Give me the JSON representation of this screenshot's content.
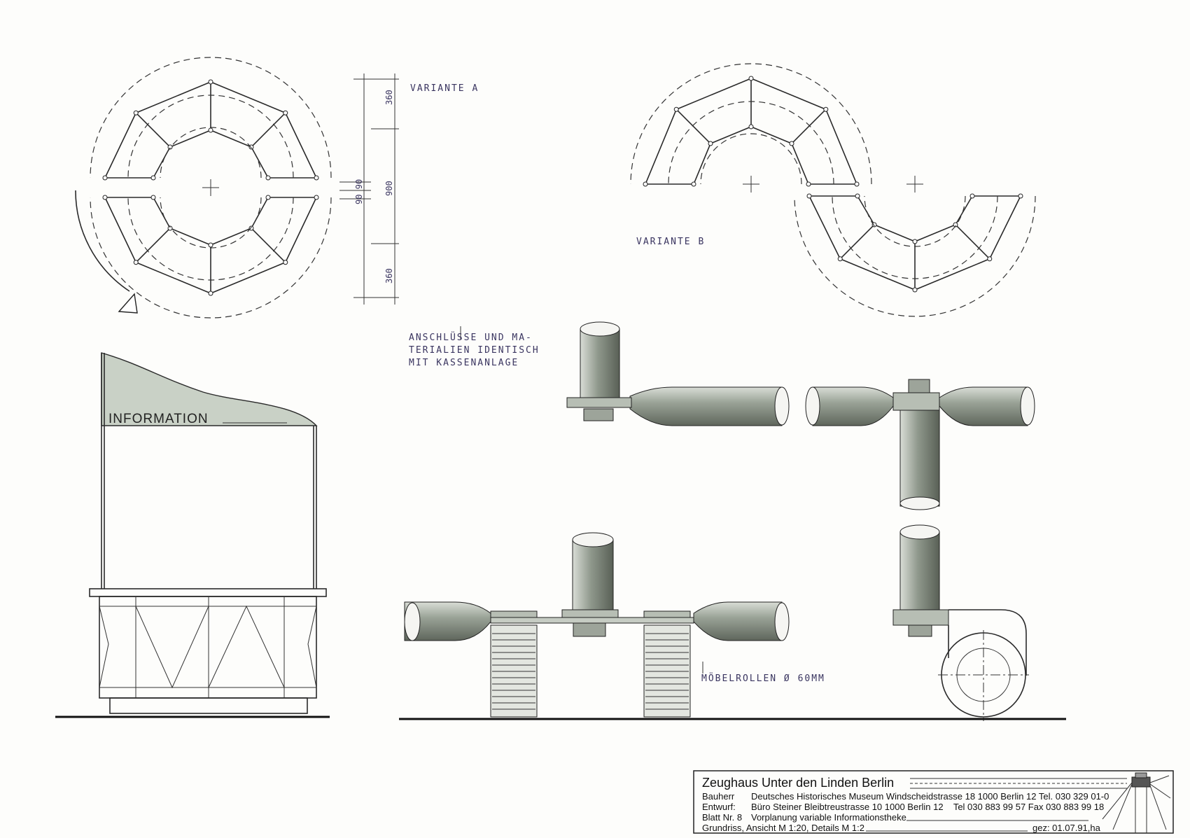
{
  "drawing": {
    "variant_a_label": "VARIANTE A",
    "variant_b_label": "VARIANTE B",
    "dimensions": {
      "top": "360",
      "middle": "900",
      "gap": "90 90",
      "bottom": "360"
    },
    "sign_text": "INFORMATION",
    "note_connections": [
      "ANSCHLÜSSE UND MA-",
      "TERIALIEN IDENTISCH",
      "MIT KASSENANLAGE"
    ],
    "note_castors": "MÖBELROLLEN Ø 60MM"
  },
  "title_block": {
    "title": "Zeughaus Unter den Linden Berlin",
    "rows": [
      {
        "label": "Bauherr",
        "value": "Deutsches Historisches Museum Windscheidstrasse 18 1000 Berlin 12 Tel. 030 329 01-0"
      },
      {
        "label": "Entwurf:",
        "value": "Büro Steiner Bleibtreustrasse 10 1000 Berlin 12    Tel 030 883 99 57 Fax 030 883 99 18"
      },
      {
        "label": "Blatt Nr. 8",
        "value": "Vorplanung variable Informationstheke"
      }
    ],
    "scale": "Grundriss, Ansicht M 1:20, Details M 1:2",
    "drawn": "gez: 01.07.91,ha"
  },
  "colors": {
    "ink": "#2a2a2a",
    "handwriting": "#3a3560",
    "sign_fill": "#c9d1c6",
    "tube": "#8e978c"
  }
}
